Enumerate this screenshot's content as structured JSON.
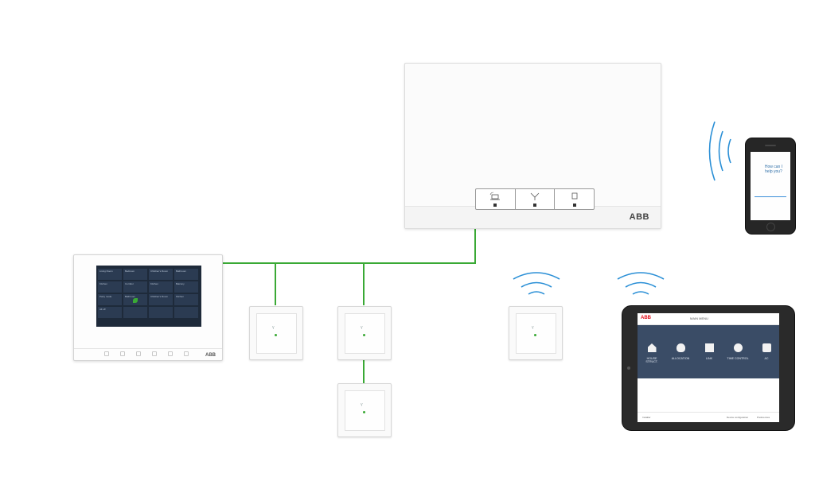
{
  "colors": {
    "bus_wire": "#3aa935",
    "wifi_wave": "#2a8fd6",
    "brand_red": "#e30613"
  },
  "access_point": {
    "logo": "ABB",
    "buttons": [
      {
        "icon": "laptop-wifi-icon"
      },
      {
        "icon": "network-icon"
      },
      {
        "icon": "square-icon"
      }
    ]
  },
  "control_panel": {
    "logo": "ABB",
    "tiles": [
      "Living Room",
      "Bedroom",
      "Children's Room",
      "Bathroom",
      "Kitchen",
      "Corridor",
      "Kitchen",
      "Balcony",
      "Party mode",
      "Bathroom",
      "Children's Room",
      "Kitchen",
      "All off"
    ]
  },
  "sensors": [
    {
      "id": "wired-1"
    },
    {
      "id": "wired-2"
    },
    {
      "id": "wired-3"
    },
    {
      "id": "wireless-1"
    }
  ],
  "phone": {
    "prompt_line1": "How can I",
    "prompt_line2": "help you?"
  },
  "tablet": {
    "logo": "ABB",
    "title": "MAIN MENU",
    "tiles": [
      "HOUSE STRUCT.",
      "ALLOCATION",
      "LINK",
      "TIME CONTROL",
      "AC"
    ],
    "footer_left": "Installer",
    "footer_mid": "Device configuration",
    "footer_right": "Preferences"
  }
}
